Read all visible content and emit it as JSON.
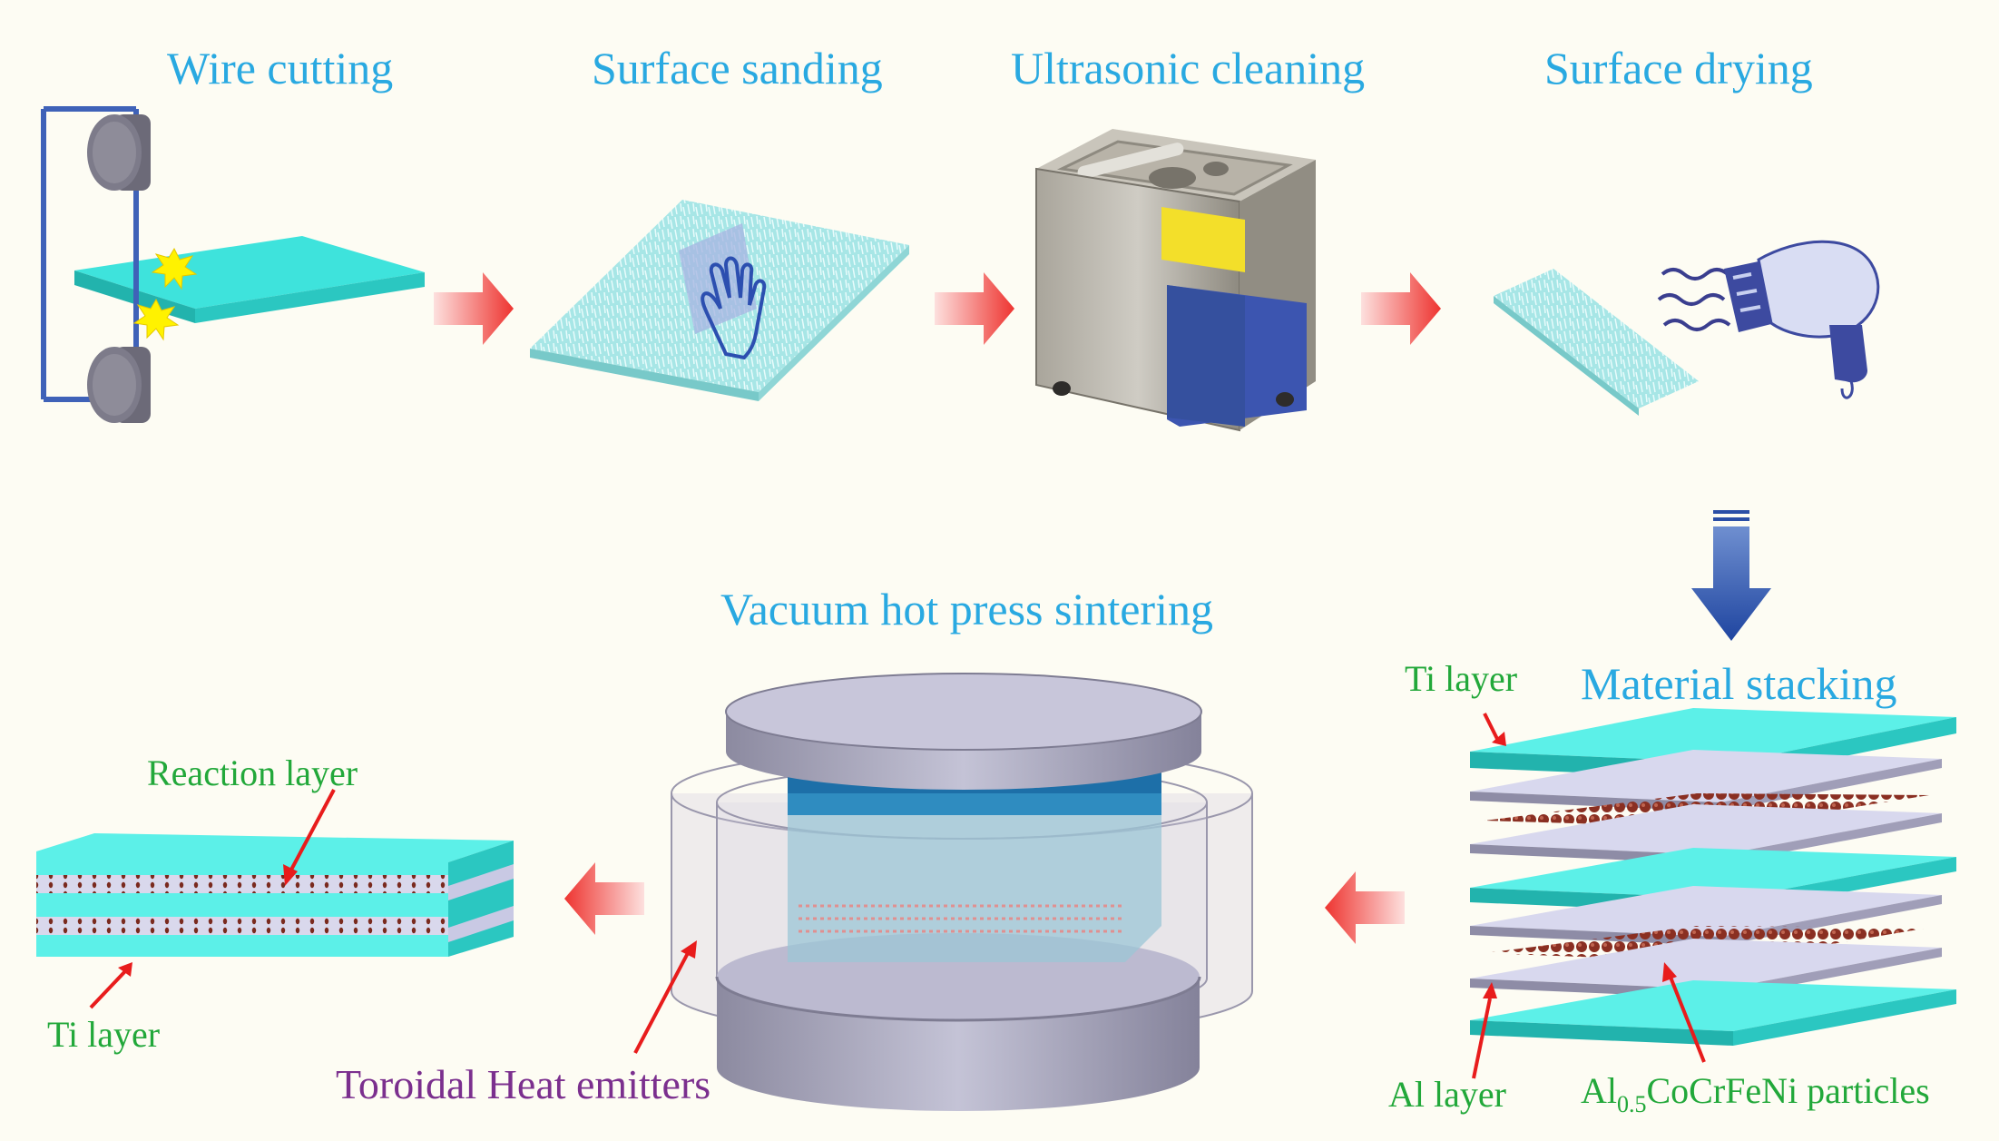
{
  "steps": {
    "wire_cutting": "Wire cutting",
    "surface_sanding": "Surface sanding",
    "ultrasonic_cleaning": "Ultrasonic cleaning",
    "surface_drying": "Surface drying",
    "material_stacking": "Material stacking",
    "vacuum_hot_press": "Vacuum hot press sintering"
  },
  "labels": {
    "ti_layer_top": "Ti layer",
    "al_layer": "Al layer",
    "particles_prefix": "Al",
    "particles_subscript": "0.5",
    "particles_suffix": "CoCrFeNi particles",
    "reaction_layer": "Reaction layer",
    "ti_layer_bottom": "Ti layer",
    "heat_emitters": "Toroidal Heat emitters"
  },
  "colors": {
    "step_label": "#29a9e1",
    "annotation": "#22a83a",
    "heat_label": "#7b2f8e",
    "ti_layer": "#3ee3dc",
    "al_layer": "#c9c9e4",
    "particles": "#7a2a1e",
    "flow_arrow": "#ef3b35",
    "down_arrow": "#2b4fa6"
  }
}
